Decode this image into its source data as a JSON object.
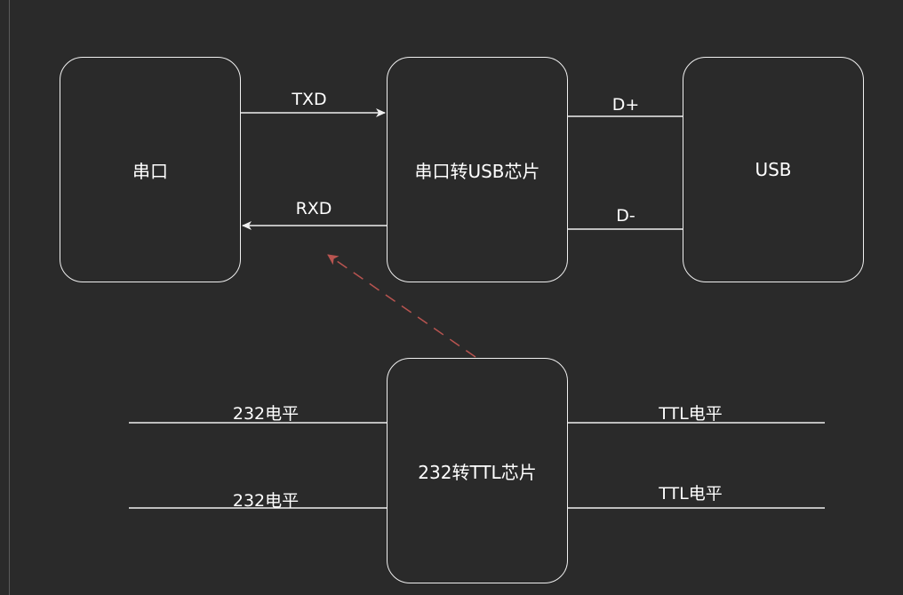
{
  "diagram": {
    "nodes": {
      "serial": "串口",
      "serial_to_usb_chip": "串口转USB芯片",
      "usb": "USB",
      "rs232_to_ttl_chip": "232转TTL芯片"
    },
    "edges": {
      "txd": "TXD",
      "rxd": "RXD",
      "d_plus": "D+",
      "d_minus": "D-",
      "rs232_level_top": "232电平",
      "rs232_level_bottom": "232电平",
      "ttl_level_top": "TTL电平",
      "ttl_level_bottom": "TTL电平"
    }
  },
  "colors": {
    "background": "#2a2a2a",
    "stroke": "#f0f0f0",
    "dashed_arrow": "#b85450"
  }
}
